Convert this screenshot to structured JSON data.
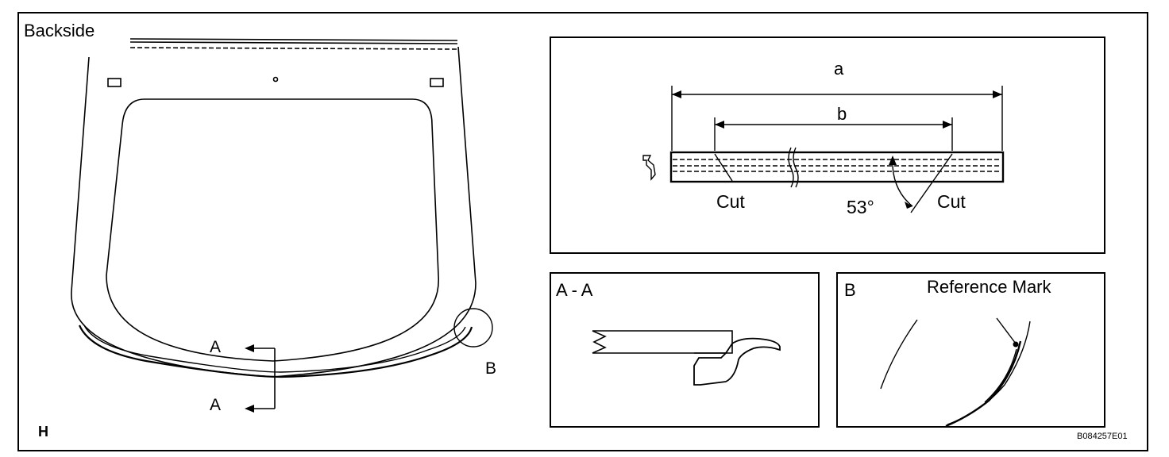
{
  "labels": {
    "backside": "Backside",
    "corner_code": "H",
    "figure_id": "B084257E01",
    "section_a_top": "A",
    "section_a_bottom": "A",
    "detail_b": "B"
  },
  "dimension_panel": {
    "dim_a": "a",
    "dim_b": "b",
    "cut_left": "Cut",
    "cut_right": "Cut",
    "angle": "53°"
  },
  "section_panel": {
    "title": "A - A"
  },
  "detail_panel": {
    "title": "B",
    "note": "Reference Mark"
  }
}
